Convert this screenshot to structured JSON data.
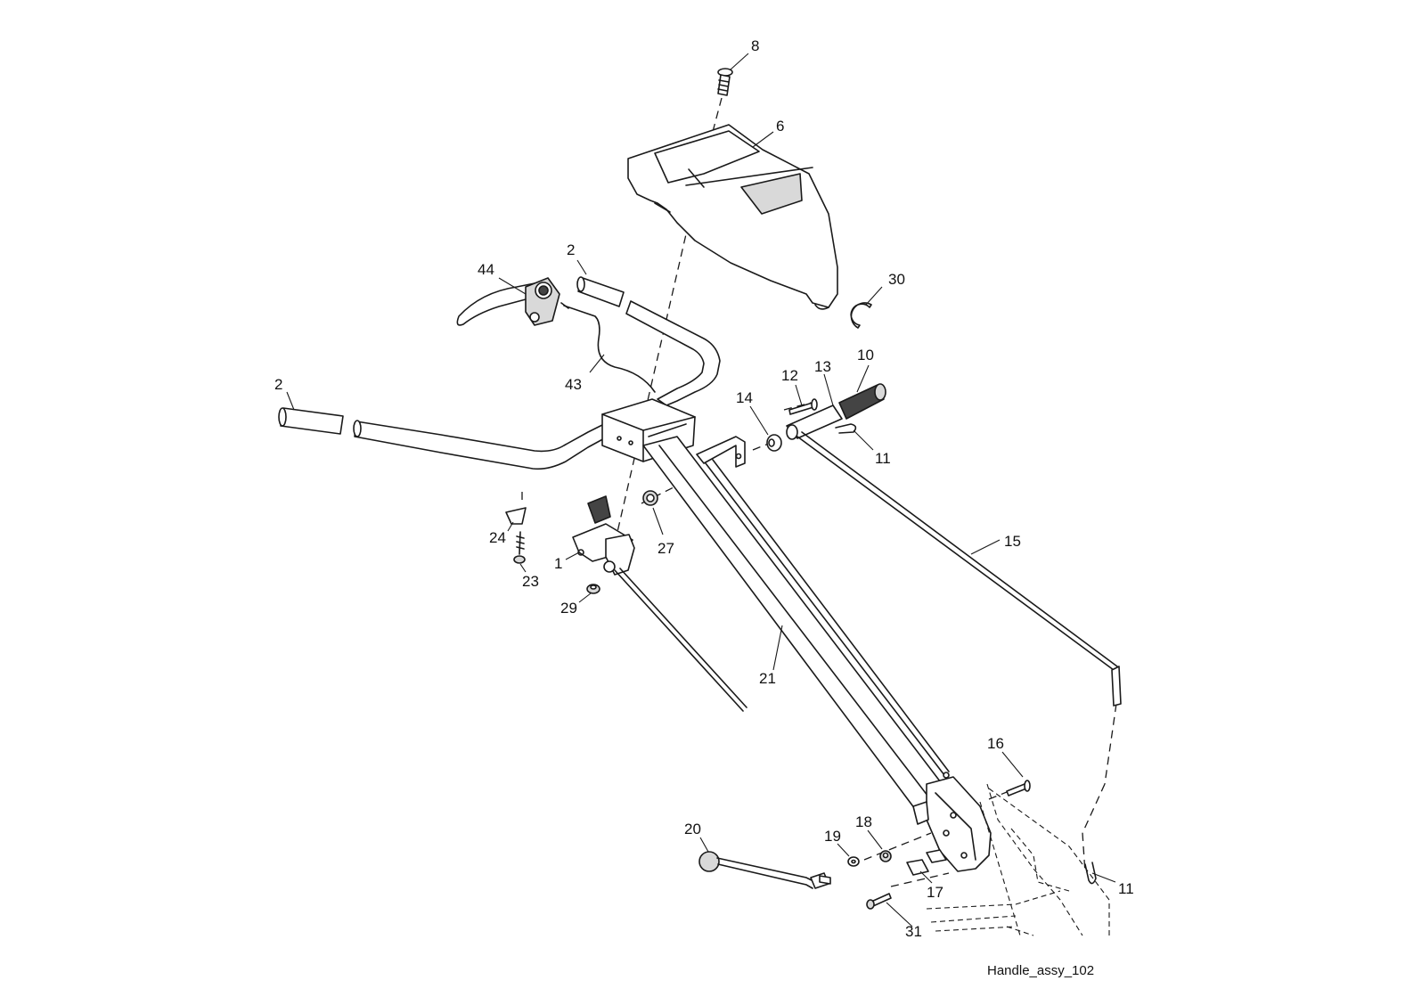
{
  "diagram": {
    "caption": "Handle_assy_102",
    "callouts": {
      "c8": "8",
      "c6": "6",
      "c2_top": "2",
      "c44": "44",
      "c30": "30",
      "c10": "10",
      "c13": "13",
      "c12": "12",
      "c14": "14",
      "c43": "43",
      "c2_left": "2",
      "c11_top": "11",
      "c15": "15",
      "c24": "24",
      "c1": "1",
      "c27": "27",
      "c23": "23",
      "c29": "29",
      "c21": "21",
      "c16": "16",
      "c20": "20",
      "c19": "19",
      "c18": "18",
      "c17": "17",
      "c11_bottom": "11",
      "c31": "31"
    }
  }
}
